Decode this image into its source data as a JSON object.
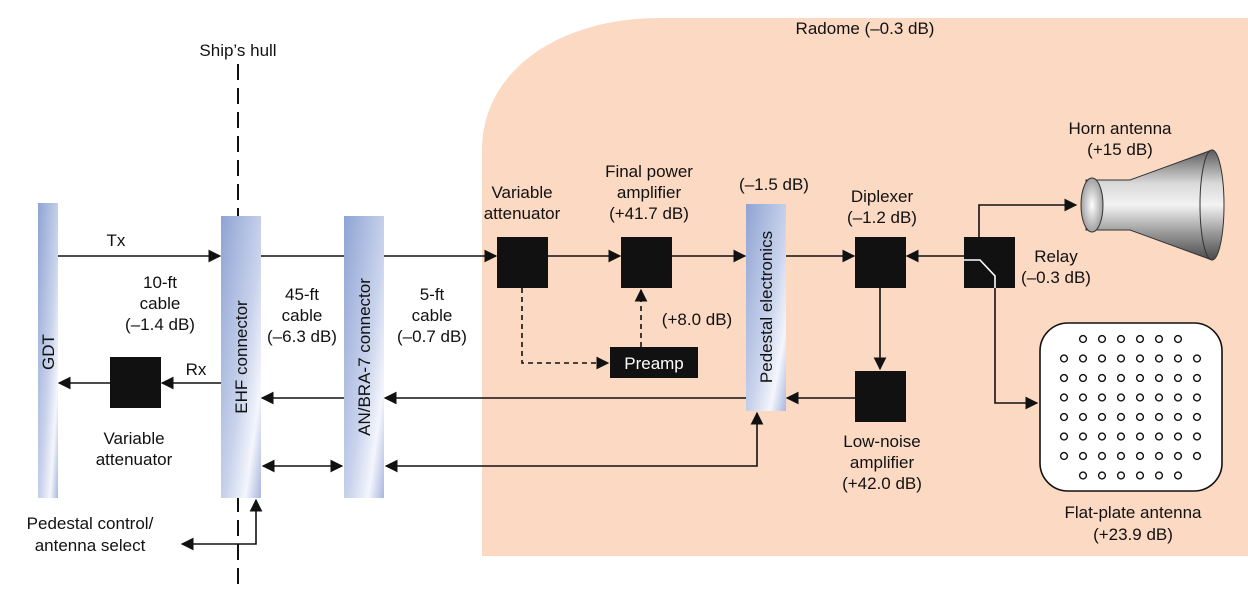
{
  "labels": {
    "radome": "Radome (–0.3 dB)",
    "ships_hull": "Ship’s hull",
    "horn_antenna_l1": "Horn antenna",
    "horn_antenna_l2": "(+15 dB)",
    "gdt": "GDT",
    "tx": "Tx",
    "rx": "Rx",
    "cable10_l1": "10-ft",
    "cable10_l2": "cable",
    "cable10_l3": "(–1.4 dB)",
    "ehf_connector": "EHF connector",
    "cable45_l1": "45-ft",
    "cable45_l2": "cable",
    "cable45_l3": "(–6.3 dB)",
    "anbra_connector": "AN/BRA-7 connector",
    "cable5_l1": "5-ft",
    "cable5_l2": "cable",
    "cable5_l3": "(–0.7 dB)",
    "var_att_top_l1": "Variable",
    "var_att_top_l2": "attenuator",
    "fpa_l1": "Final power",
    "fpa_l2": "amplifier",
    "fpa_l3": "(+41.7 dB)",
    "pedestal_loss": "(–1.5 dB)",
    "pedestal_electronics": "Pedestal electronics",
    "diplexer_l1": "Diplexer",
    "diplexer_l2": "(–1.2 dB)",
    "relay_l1": "Relay",
    "relay_l2": "(–0.3 dB)",
    "preamp": "Preamp",
    "preamp_gain": "(+8.0 dB)",
    "var_att_bot_l1": "Variable",
    "var_att_bot_l2": "attenuator",
    "lna_l1": "Low-noise",
    "lna_l2": "amplifier",
    "lna_l3": "(+42.0 dB)",
    "flat_plate_l1": "Flat-plate antenna",
    "flat_plate_l2": "(+23.9 dB)",
    "pedestal_control_l1": "Pedestal control/",
    "pedestal_control_l2": "antenna select"
  },
  "colors": {
    "radome_fill": "#fbd9c3",
    "connector_fill": "#aab8dc",
    "block_fill": "#111111"
  }
}
